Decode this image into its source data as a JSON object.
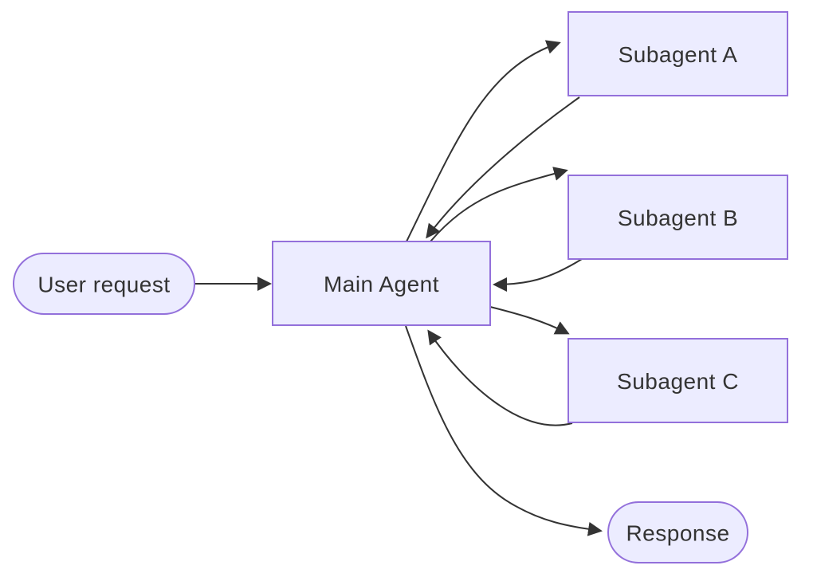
{
  "diagram": {
    "type": "flowchart",
    "direction": "left-to-right",
    "colors": {
      "node_fill": "#ECECFF",
      "node_border": "#9370DB",
      "edge": "#333333",
      "text": "#333333",
      "background": "#ffffff"
    },
    "nodes": [
      {
        "id": "user_request",
        "label": "User request",
        "shape": "stadium"
      },
      {
        "id": "main_agent",
        "label": "Main Agent",
        "shape": "rect"
      },
      {
        "id": "subagent_a",
        "label": "Subagent A",
        "shape": "rect"
      },
      {
        "id": "subagent_b",
        "label": "Subagent B",
        "shape": "rect"
      },
      {
        "id": "subagent_c",
        "label": "Subagent C",
        "shape": "rect"
      },
      {
        "id": "response",
        "label": "Response",
        "shape": "stadium"
      }
    ],
    "edges": [
      {
        "from": "User request",
        "to": "Main Agent",
        "style": "arrow"
      },
      {
        "from": "Main Agent",
        "to": "Subagent A",
        "style": "arrow"
      },
      {
        "from": "Subagent A",
        "to": "Main Agent",
        "style": "arrow"
      },
      {
        "from": "Main Agent",
        "to": "Subagent B",
        "style": "arrow"
      },
      {
        "from": "Subagent B",
        "to": "Main Agent",
        "style": "arrow"
      },
      {
        "from": "Main Agent",
        "to": "Subagent C",
        "style": "arrow"
      },
      {
        "from": "Subagent C",
        "to": "Main Agent",
        "style": "arrow"
      },
      {
        "from": "Main Agent",
        "to": "Response",
        "style": "arrow"
      }
    ]
  }
}
